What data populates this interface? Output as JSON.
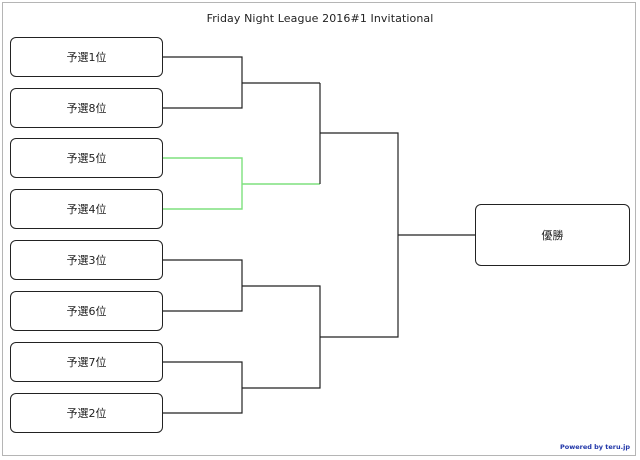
{
  "title": "Friday Night League 2016#1 Invitational",
  "seeds": [
    {
      "label": "予選1位"
    },
    {
      "label": "予選8位"
    },
    {
      "label": "予選5位"
    },
    {
      "label": "予選4位"
    },
    {
      "label": "予選3位"
    },
    {
      "label": "予選6位"
    },
    {
      "label": "予選7位"
    },
    {
      "label": "予選2位"
    }
  ],
  "winner": {
    "label": "優勝"
  },
  "footer": "Powered by teru.jp",
  "colors": {
    "line": "#222222",
    "highlight": "#7ee07e",
    "footer": "#1f35a8"
  }
}
